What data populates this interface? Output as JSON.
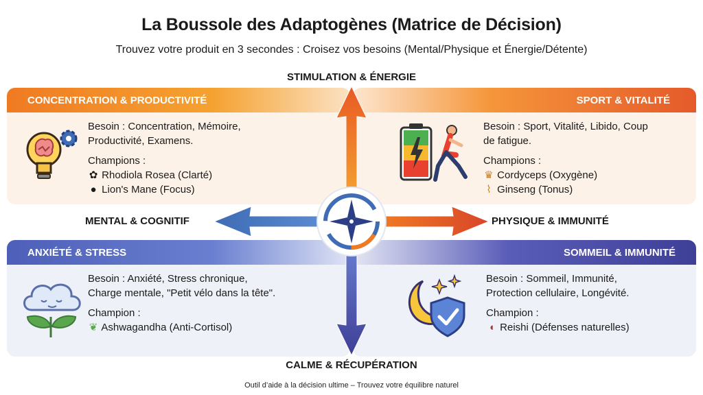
{
  "title": "La Boussole des Adaptogènes (Matrice de Décision)",
  "subtitle": "Trouvez votre produit en 3 secondes : Croisez vos besoins (Mental/Physique et Énergie/Détente)",
  "axes": {
    "top": "STIMULATION & ÉNERGIE",
    "bottom": "CALME & RÉCUPÉRATION",
    "left": "MENTAL & COGNITIF",
    "right": "PHYSIQUE & IMMUNITÉ"
  },
  "quadrants": {
    "top_left": {
      "header": "CONCENTRATION & PRODUCTIVITÉ",
      "besoin_lines": [
        "Besoin : Concentration, Mémoire,",
        "Productivité, Examens."
      ],
      "champions_label": "Champions :",
      "champions": [
        "Rhodiola Rosea (Clarté)",
        "Lion's Mane (Focus)"
      ],
      "icon": "lightbulb-brain-gear-icon"
    },
    "top_right": {
      "header": "SPORT & VITALITÉ",
      "besoin_lines": [
        "Besoin : Sport, Vitalité, Libido, Coup",
        "de fatigue."
      ],
      "champions_label": "Champions :",
      "champions": [
        "Cordyceps (Oxygène)",
        "Ginseng (Tonus)"
      ],
      "icon": "battery-runner-icon"
    },
    "bottom_left": {
      "header": "ANXIÉTÉ & STRESS",
      "besoin_lines": [
        "Besoin : Anxiété, Stress chronique,",
        "Charge mentale, \"Petit vélo dans la tête\"."
      ],
      "champions_label": "Champion :",
      "champions": [
        "Ashwagandha (Anti-Cortisol)"
      ],
      "icon": "cloud-leaves-icon"
    },
    "bottom_right": {
      "header": "SOMMEIL & IMMUNITÉ",
      "besoin_lines": [
        "Besoin : Sommeil, Immunité,",
        "Protection cellulaire, Longévité."
      ],
      "champions_label": "Champion :",
      "champions": [
        "Reishi (Défenses naturelles)"
      ],
      "icon": "moon-shield-icon"
    }
  },
  "footer": "Outil d’aide à la décision ultime – Trouvez votre équilibre naturel",
  "colors": {
    "orange": "#f07a22",
    "red_orange": "#e55a2b",
    "blue": "#4d5fb8",
    "indigo": "#3e3f97"
  }
}
